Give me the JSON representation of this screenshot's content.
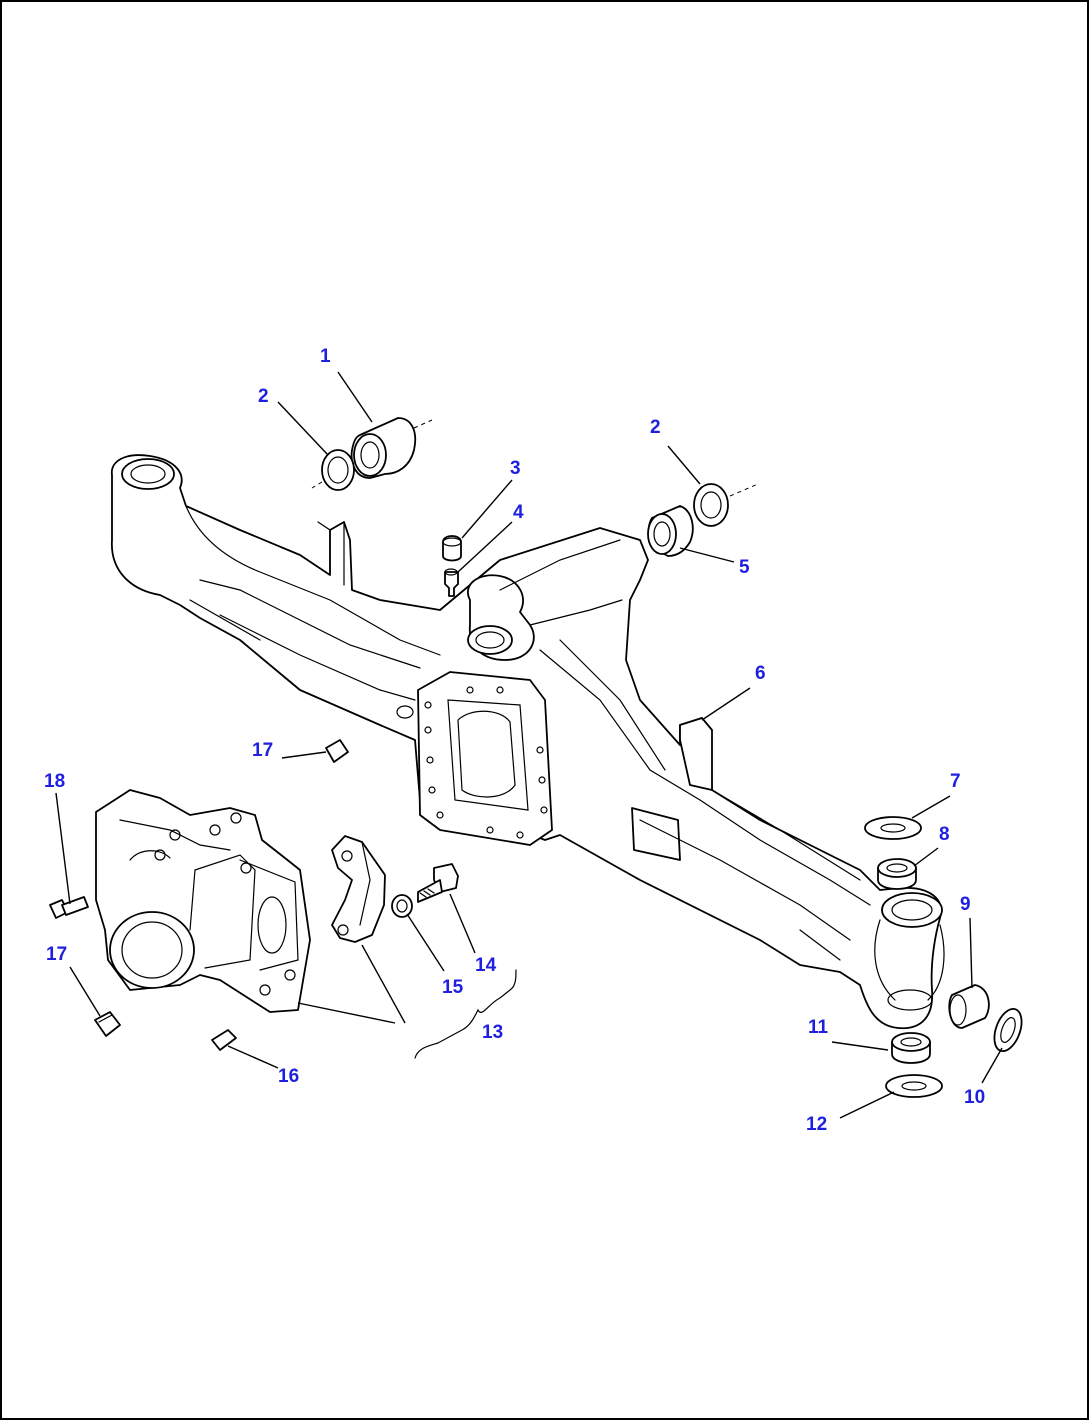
{
  "colors": {
    "callout": "#1f1fe0",
    "line": "#000000",
    "frame": "#000000",
    "background": "#ffffff"
  },
  "callouts": [
    {
      "id": "c1",
      "label": "1"
    },
    {
      "id": "c2a",
      "label": "2"
    },
    {
      "id": "c2b",
      "label": "2"
    },
    {
      "id": "c3",
      "label": "3"
    },
    {
      "id": "c4",
      "label": "4"
    },
    {
      "id": "c5",
      "label": "5"
    },
    {
      "id": "c6",
      "label": "6"
    },
    {
      "id": "c7",
      "label": "7"
    },
    {
      "id": "c8",
      "label": "8"
    },
    {
      "id": "c9",
      "label": "9"
    },
    {
      "id": "c10",
      "label": "10"
    },
    {
      "id": "c11",
      "label": "11"
    },
    {
      "id": "c12",
      "label": "12"
    },
    {
      "id": "c13",
      "label": "13"
    },
    {
      "id": "c14",
      "label": "14"
    },
    {
      "id": "c15",
      "label": "15"
    },
    {
      "id": "c16",
      "label": "16"
    },
    {
      "id": "c17a",
      "label": "17"
    },
    {
      "id": "c17b",
      "label": "17"
    },
    {
      "id": "c18",
      "label": "18"
    }
  ]
}
